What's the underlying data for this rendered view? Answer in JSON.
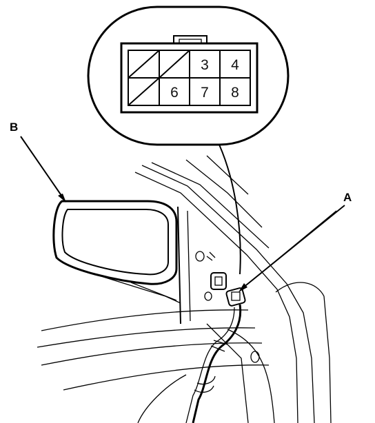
{
  "callouts": {
    "a": "A",
    "b": "B"
  },
  "connector": {
    "pins": [
      "3",
      "4",
      "6",
      "7",
      "8"
    ]
  }
}
